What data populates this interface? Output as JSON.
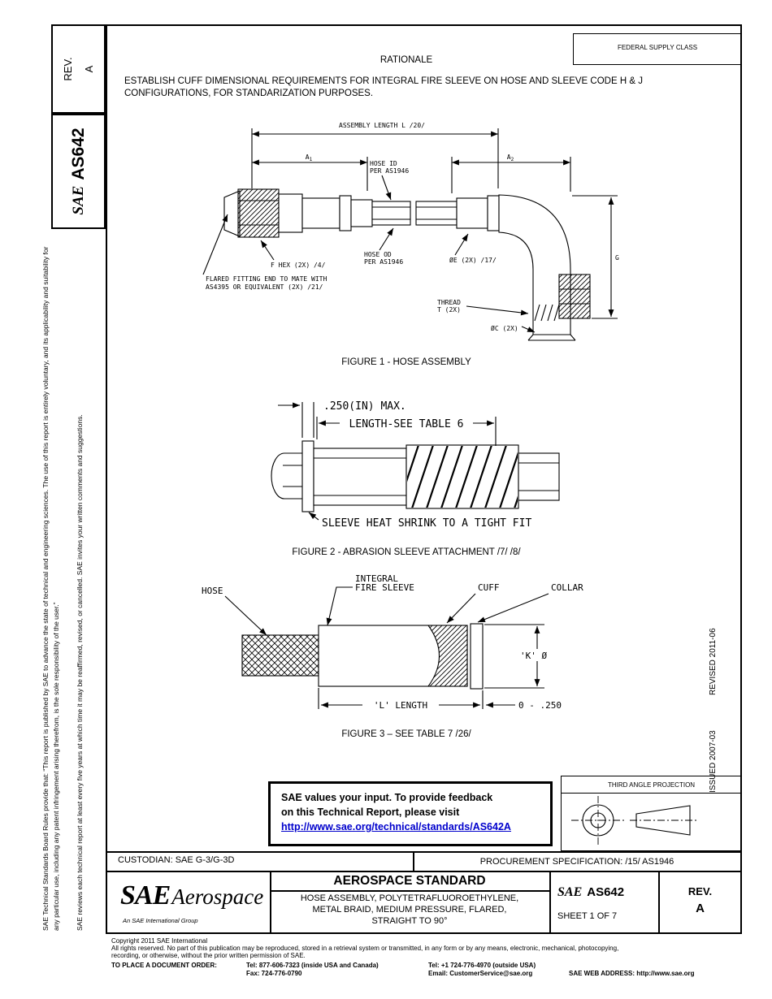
{
  "sidebar": {
    "rev_label": "REV.",
    "rev_value": "A",
    "sae_logo": "SAE",
    "doc_number": "AS642",
    "disclaimer_outer": "SAE Technical Standards Board Rules provide that: “This report is published by SAE to advance the state of technical and engineering sciences. The use of this report is entirely voluntary, and its applicability and suitability for any particular use, including any patent infringement arising therefrom, is the sole responsibility of the user.”",
    "disclaimer_inner": "SAE reviews each technical report at least every five years at which time it may be reaffirmed, revised, or cancelled. SAE invites your written comments and suggestions."
  },
  "header": {
    "federal_supply_class": "FEDERAL SUPPLY CLASS",
    "rationale_title": "RATIONALE",
    "rationale_text": "ESTABLISH CUFF DIMENSIONAL REQUIREMENTS FOR INTEGRAL FIRE SLEEVE ON HOSE AND SLEEVE CODE H & J CONFIGURATIONS, FOR STANDARIZATION PURPOSES."
  },
  "figure1": {
    "caption": "FIGURE 1 - HOSE ASSEMBLY",
    "assembly_length": "ASSEMBLY LENGTH L /20/",
    "a1_base": "A",
    "a1_sub": "1",
    "a2_base": "A",
    "a2_sub": "2",
    "hose_id_1": "HOSE ID",
    "hose_id_2": "PER AS1946",
    "hose_od_1": "HOSE OD",
    "hose_od_2": "PER AS1946",
    "f_hex": "F HEX (2X) /4/",
    "flared_1": "FLARED FITTING END TO MATE WITH",
    "flared_2": "AS4395 OR EQUIVALENT (2X) /21/",
    "dia_e": "ØE (2X) /17/",
    "thread_1": "THREAD",
    "thread_2": "T (2X)",
    "dia_c": "ØC (2X)",
    "g": "G"
  },
  "figure2": {
    "caption": "FIGURE 2 - ABRASION SLEEVE ATTACHMENT /7/ /8/",
    "max_label": ".250(IN) MAX.",
    "length_label": "LENGTH-SEE TABLE 6",
    "sleeve_label": "SLEEVE HEAT SHRINK TO A TIGHT FIT"
  },
  "figure3": {
    "caption": "FIGURE 3 – SEE TABLE 7 /26/",
    "hose": "HOSE",
    "integral_1": "INTEGRAL",
    "integral_2": "FIRE SLEEVE",
    "cuff": "CUFF",
    "collar": "COLLAR",
    "k_dia": "'K' Ø",
    "l_length": "'L' LENGTH",
    "range": "0 - .250"
  },
  "feedback": {
    "line1": "SAE values your input. To provide feedback",
    "line2": "on this Technical Report, please visit",
    "link": "http://www.sae.org/technical/standards/AS642A"
  },
  "projection": {
    "title": "THIRD ANGLE PROJECTION"
  },
  "margin_right": {
    "revised": "REVISED 2011-06",
    "issued": "ISSUED 2007-03"
  },
  "title_block": {
    "custodian": "CUSTODIAN: SAE G-3/G-3D",
    "procurement": "PROCUREMENT SPECIFICATION: /15/ AS1946",
    "logo_sae": "SAE",
    "logo_aerospace": "Aerospace",
    "logo_subtitle": "An SAE International Group",
    "standard_type": "AEROSPACE STANDARD",
    "title_1": "HOSE ASSEMBLY, POLYTETRAFLUOROETHYLENE,",
    "title_2": "METAL BRAID, MEDIUM PRESSURE, FLARED,",
    "title_3": "STRAIGHT TO 90°",
    "doc_sae": "SAE",
    "doc_number": "AS642",
    "sheet": "SHEET 1 OF 7",
    "rev_label": "REV.",
    "rev_value": "A"
  },
  "footer": {
    "copyright": "Copyright 2011 SAE International",
    "rights_1": "All rights reserved. No part of this publication may be reproduced, stored in a retrieval system or transmitted, in any form or by any means, electronic, mechanical, photocopying,",
    "rights_2": "recording, or otherwise, without the prior written permission of SAE.",
    "order_label": "TO PLACE A DOCUMENT ORDER:",
    "tel_inside": "Tel: 877-606-7323 (inside USA and Canada)",
    "tel_outside": "Tel: +1 724-776-4970 (outside USA)",
    "fax": "Fax: 724-776-0790",
    "email": "Email: CustomerService@sae.org",
    "web": "SAE WEB ADDRESS: http://www.sae.org"
  }
}
